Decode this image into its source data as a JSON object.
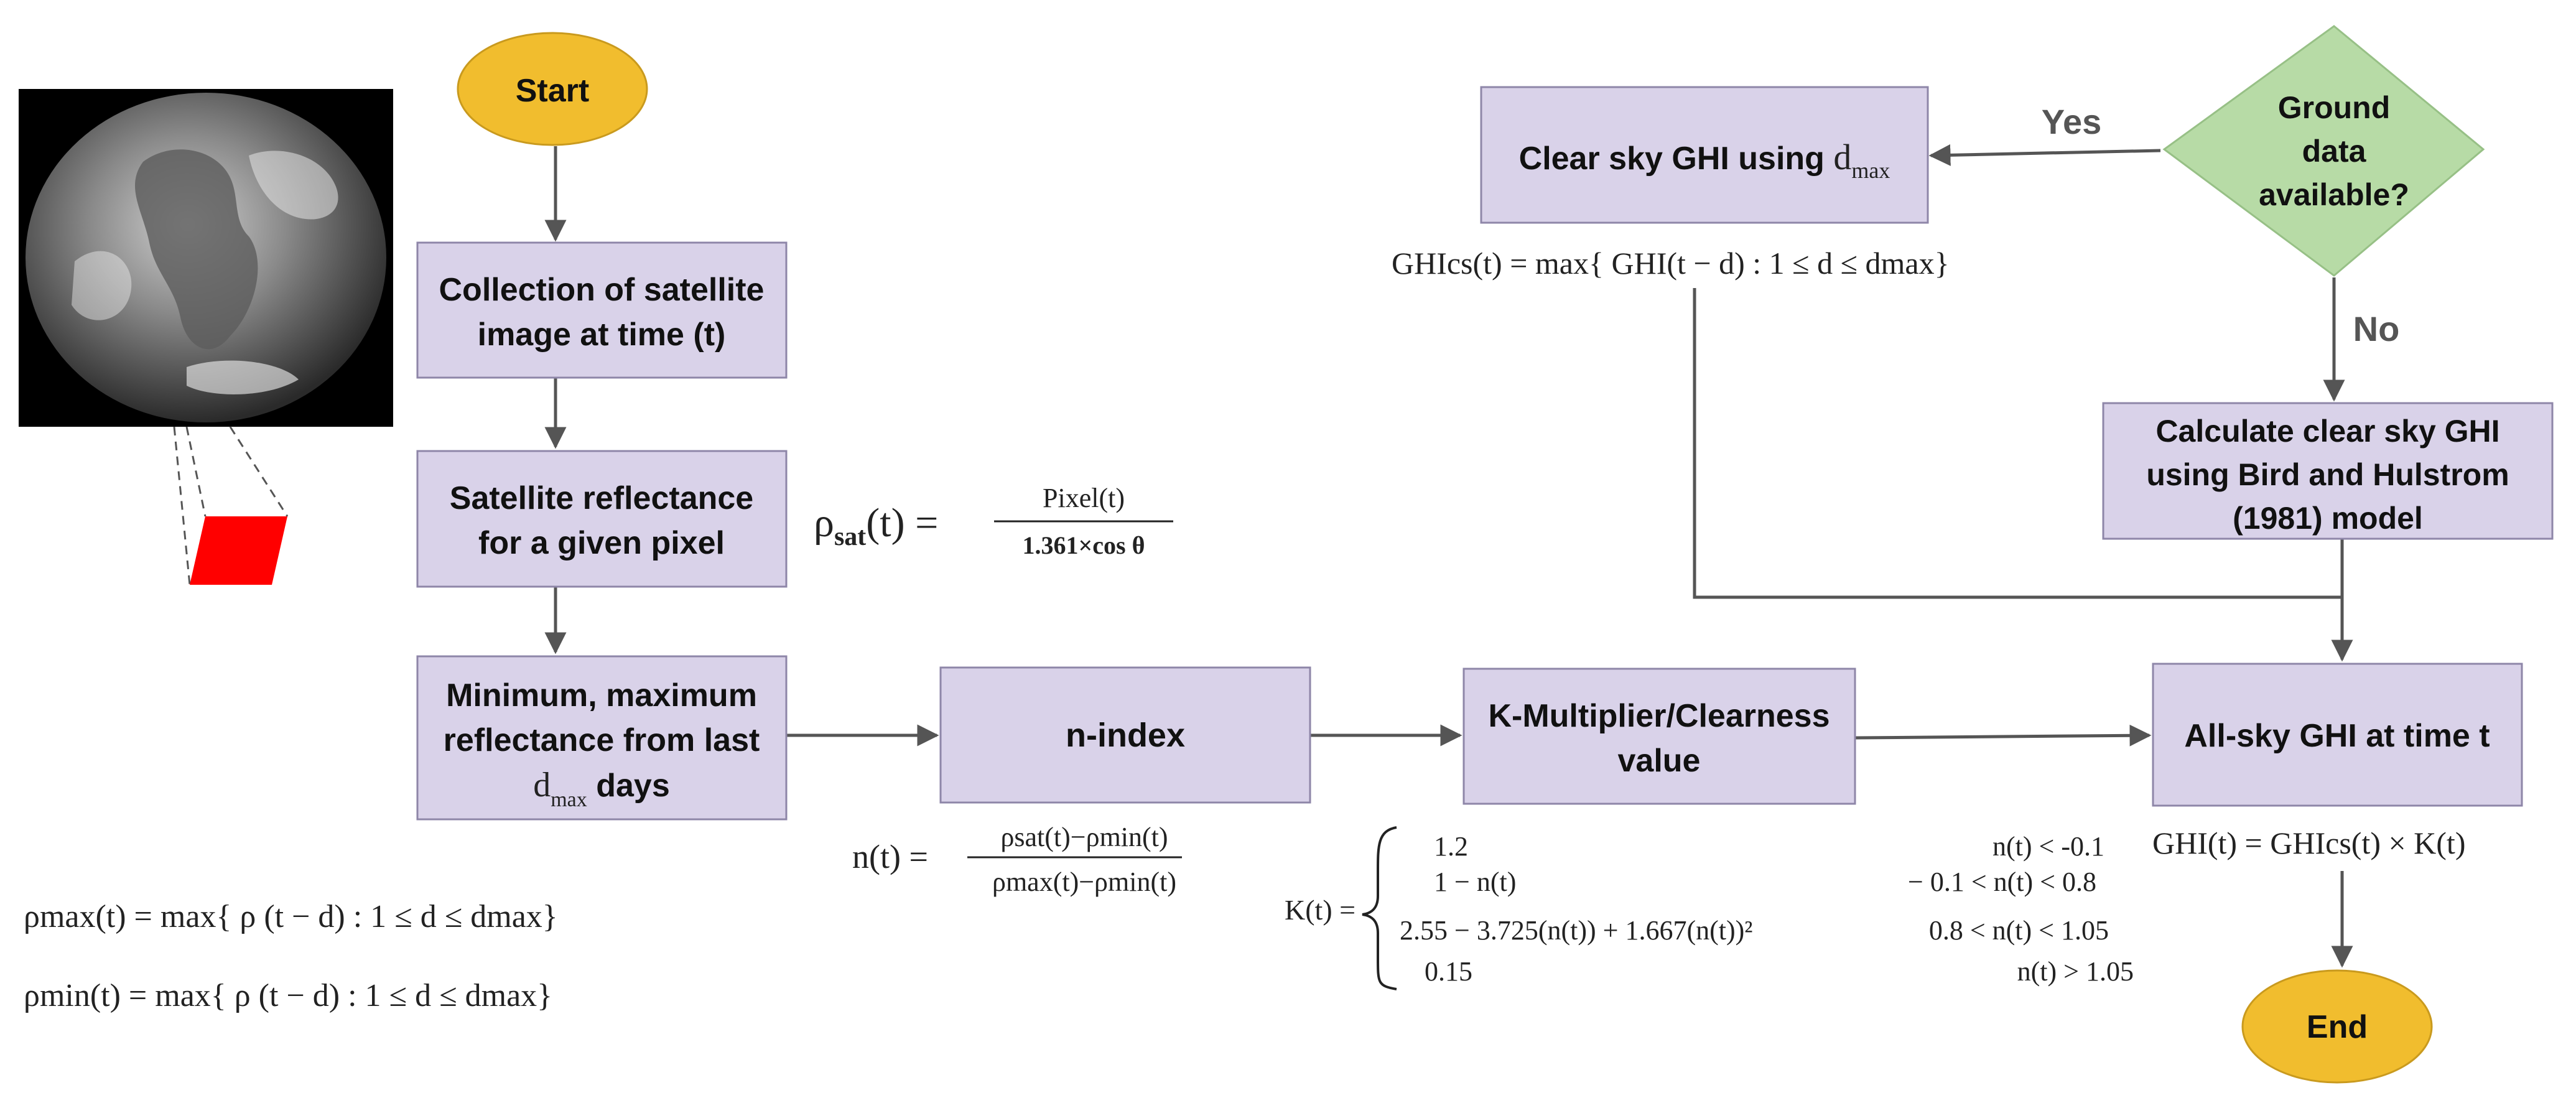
{
  "colors": {
    "process_fill": "#d9d2e9",
    "process_stroke": "#8e86a8",
    "terminal_fill": "#f1bd2e",
    "decision_fill": "#b7dba6",
    "decision_stroke": "#97c086",
    "arrow": "#555555",
    "pixel_patch": "#ff0000"
  },
  "nodes": {
    "start": "Start",
    "end": "End",
    "collection": [
      "Collection of satellite",
      "image at time (t)"
    ],
    "reflectance": [
      "Satellite reflectance",
      "for a given pixel"
    ],
    "minmax": [
      "Minimum, maximum",
      "reflectance from last"
    ],
    "minmax_days": {
      "d": "d",
      "sub": "max",
      "suffix": " days"
    },
    "nindex": "n-index",
    "kmult": [
      "K-Multiplier/Clearness",
      "value"
    ],
    "allsky": "All-sky GHI at time t",
    "clearsky_dmax": {
      "text": "Clear sky GHI using ",
      "d": "d",
      "sub": "max"
    },
    "decision": [
      "Ground",
      "data",
      "available?"
    ],
    "bird": [
      "Calculate clear sky GHI",
      "using Bird and Hulstrom",
      "(1981) model"
    ]
  },
  "edge_labels": {
    "yes": "Yes",
    "no": "No"
  },
  "equations": {
    "rho_sat": {
      "lhs": "ρ",
      "lhs_sub": "sat",
      "lhs_arg": "(t) =",
      "num": "Pixel(t)",
      "den": "1.361×cos θ"
    },
    "n_t": {
      "lhs": "n(t) =",
      "num": "ρsat(t)−ρmin(t)",
      "den": "ρmax(t)−ρmin(t)"
    },
    "rho_max": "ρmax(t) = max{ ρ (t − d) : 1 ≤ d ≤ dmax}",
    "rho_min": "ρmin(t) = max{ ρ (t − d) : 1 ≤ d ≤ dmax}",
    "ghi_cs": "GHIcs(t) = max{ GHI(t − d) : 1 ≤ d ≤ dmax}",
    "ghi_t": "GHI(t) = GHIcs(t) × K(t)",
    "k_lhs": "K(t) =",
    "k_cases": [
      {
        "expr": "1.2",
        "cond": "n(t) < -0.1"
      },
      {
        "expr": "1 − n(t)",
        "cond": "− 0.1 < n(t) < 0.8"
      },
      {
        "expr": "2.55 − 3.725(n(t)) + 1.667(n(t))²",
        "cond": "0.8 < n(t) < 1.05"
      },
      {
        "expr": "0.15",
        "cond": "n(t) > 1.05"
      }
    ]
  }
}
